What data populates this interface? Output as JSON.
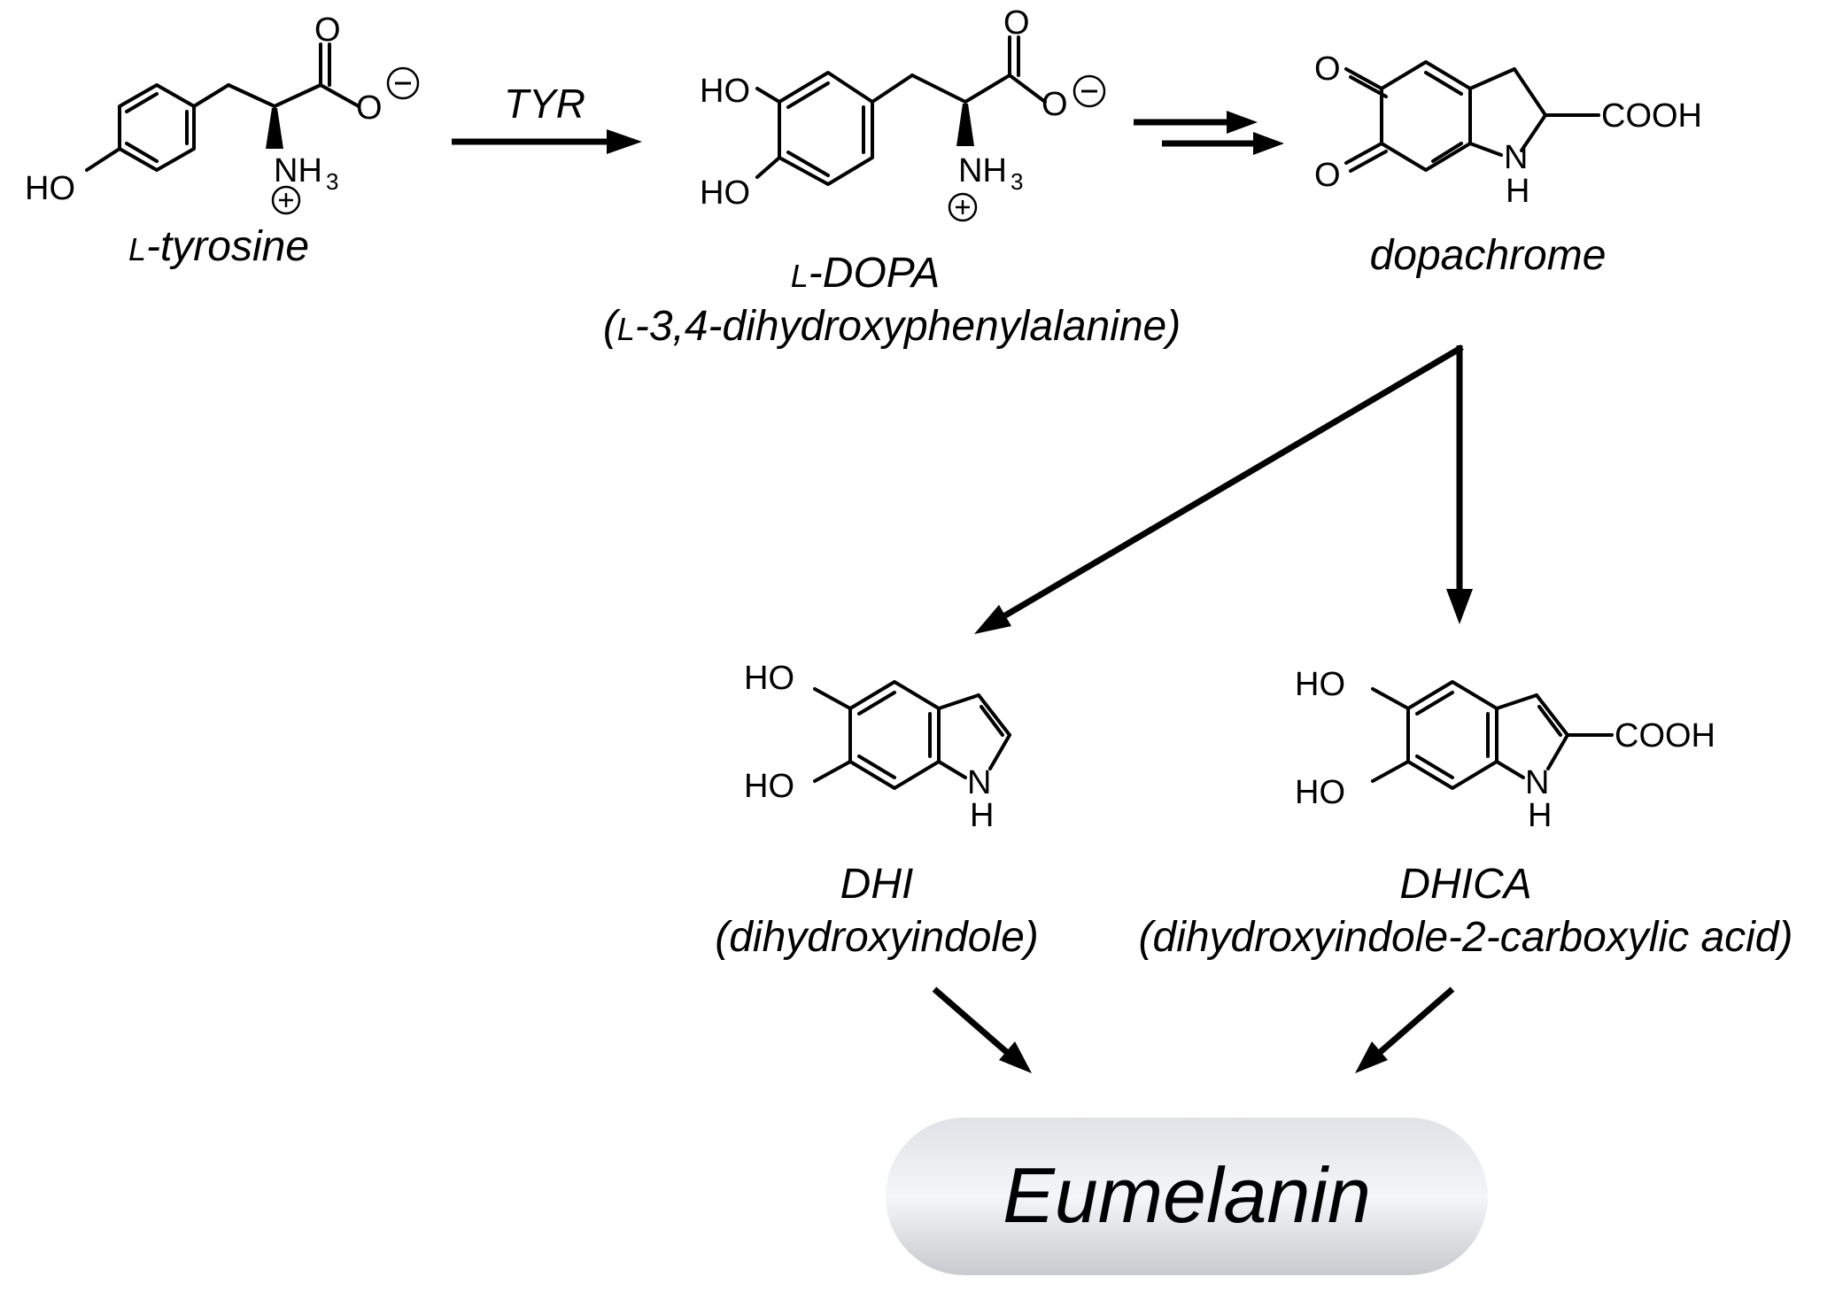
{
  "compounds": {
    "tyrosine": {
      "name_prefix": "L",
      "name_rest": "-tyrosine",
      "atoms": {
        "ho": "HO",
        "o_carbonyl": "O",
        "o_anion": "O",
        "nh3": "NH",
        "sub3": "3",
        "minus": "−",
        "plus": "+"
      }
    },
    "ldopa": {
      "name_prefix": "L",
      "name_rest": "-DOPA",
      "full_name_prefix": "(",
      "full_name_l": "L",
      "full_name_rest": "-3,4-dihydroxyphenylalanine)",
      "atoms": {
        "ho1": "HO",
        "ho2": "HO",
        "o_carbonyl": "O",
        "o_anion": "O",
        "nh3": "NH",
        "sub3": "3",
        "minus": "−",
        "plus": "+"
      }
    },
    "dopachrome": {
      "name": "dopachrome",
      "atoms": {
        "o1": "O",
        "o2": "O",
        "nh_n": "N",
        "nh_h": "H",
        "cooh": "COOH"
      }
    },
    "dhi": {
      "name": "DHI",
      "full_name": "(dihydroxyindole)",
      "atoms": {
        "ho1": "HO",
        "ho2": "HO",
        "nh_n": "N",
        "nh_h": "H"
      }
    },
    "dhica": {
      "name": "DHICA",
      "full_name": "(dihydroxyindole-2-carboxylic acid)",
      "atoms": {
        "ho1": "HO",
        "ho2": "HO",
        "nh_n": "N",
        "nh_h": "H",
        "cooh": "COOH"
      }
    }
  },
  "arrows": {
    "tyr_label": "TYR"
  },
  "product": {
    "label": "Eumelanin",
    "fill_light": "#f3f5f8",
    "fill_dark": "#c9ccd1"
  }
}
